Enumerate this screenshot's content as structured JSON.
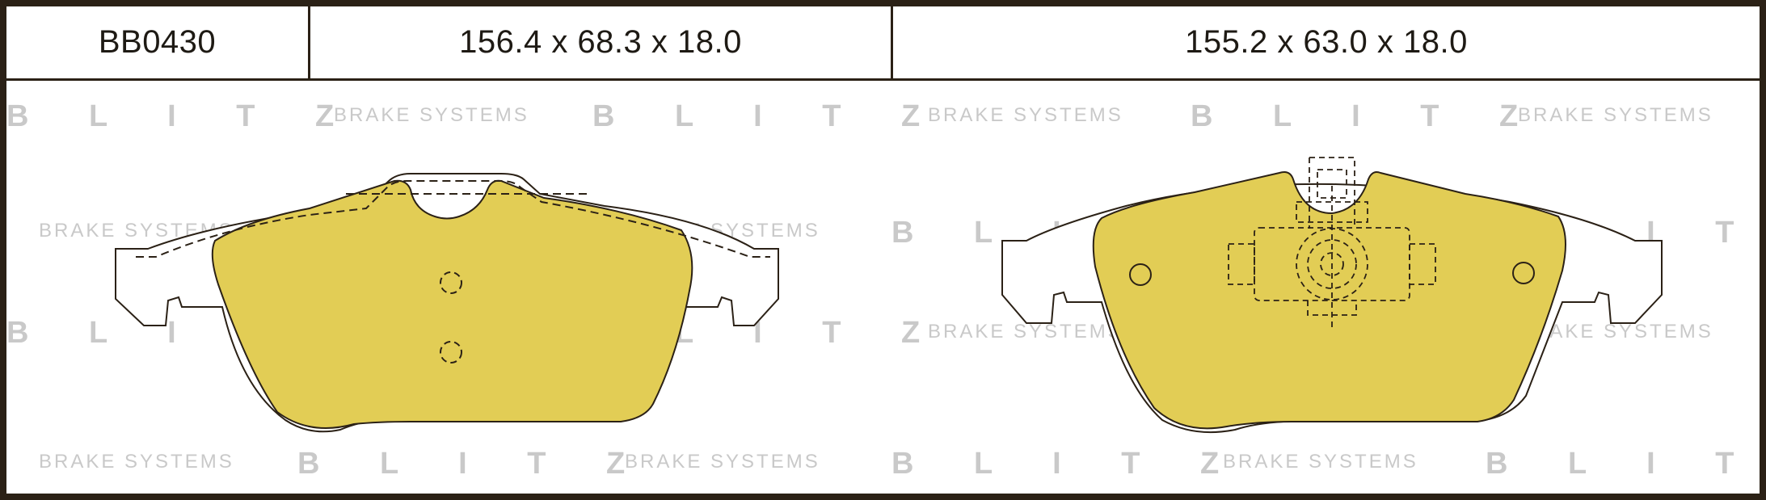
{
  "part_number": "BB0430",
  "dimensions": {
    "pad_1": "156.4 x 68.3 x 18.0",
    "pad_2": "155.2 x 63.0 x 18.0"
  },
  "watermark": {
    "brand": "B L I T Z",
    "tagline": "BRAKE SYSTEMS"
  },
  "colors": {
    "frame": "#2b2116",
    "friction_material": "#e2cd55",
    "watermark": "#c9c9c9"
  }
}
